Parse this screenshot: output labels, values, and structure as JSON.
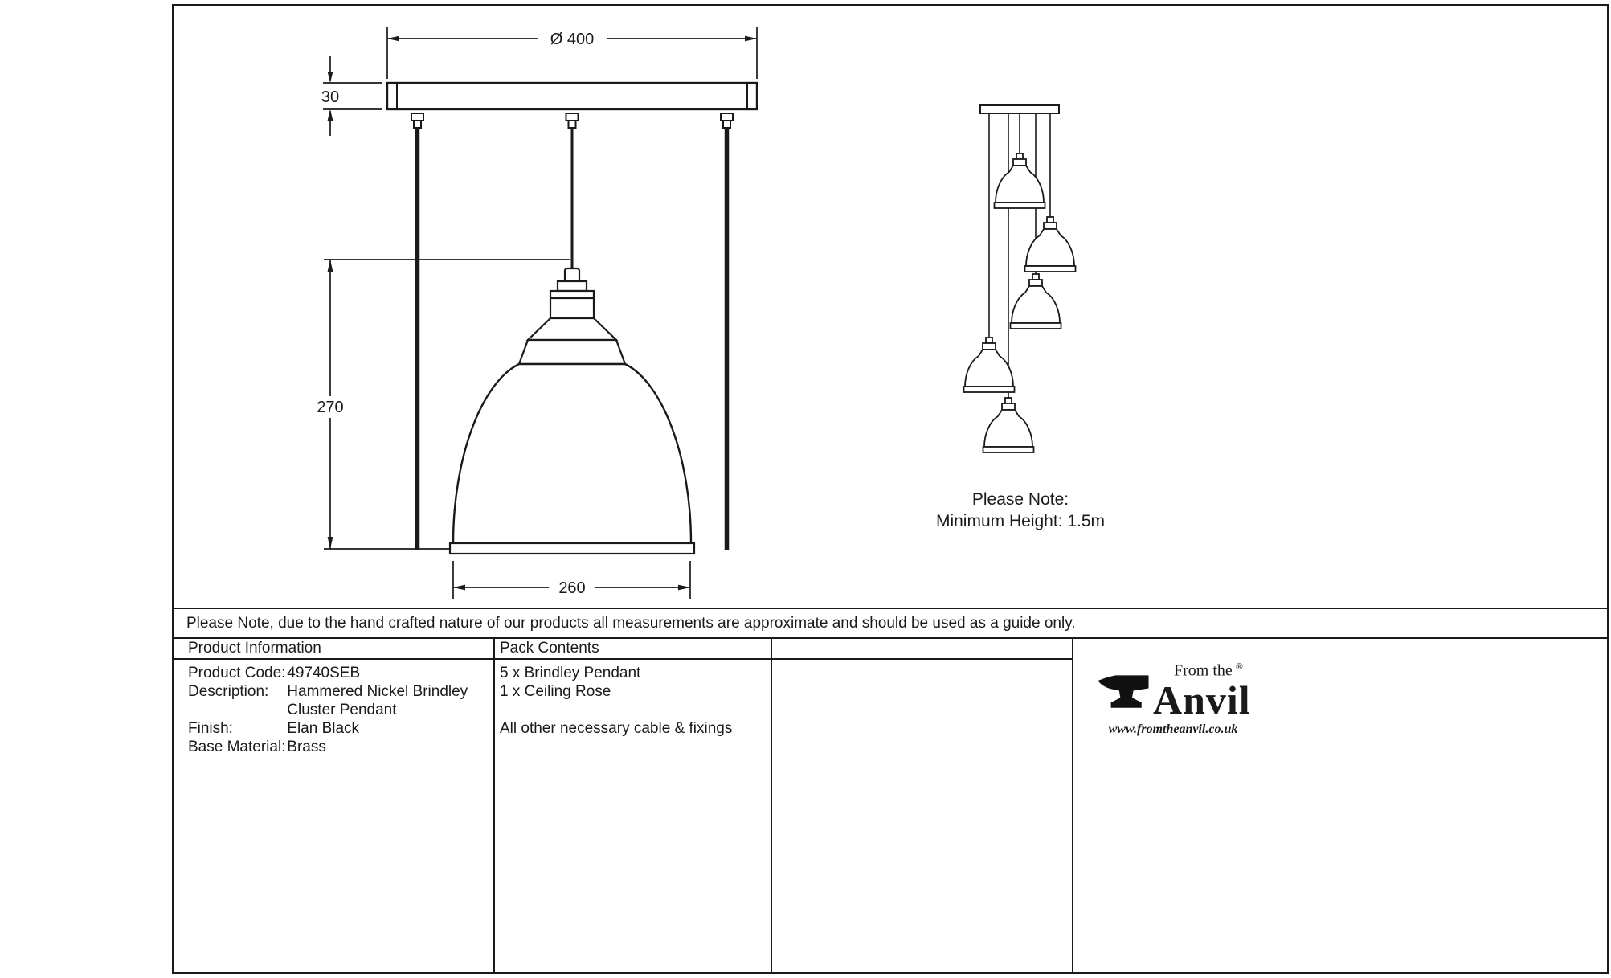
{
  "drawing": {
    "dims": {
      "plate_diameter": "Ø 400",
      "plate_thickness": "30",
      "pendant_drop": "270",
      "shade_diameter": "260"
    },
    "note": {
      "line1": "Please Note:",
      "line2": "Minimum Height: 1.5m"
    }
  },
  "disclaimer": "Please Note, due to the hand crafted nature of our products all measurements are approximate and should be used as a guide only.",
  "table": {
    "headers": {
      "product_information": "Product Information",
      "pack_contents": "Pack Contents"
    },
    "product_info": {
      "rows": [
        {
          "label": "Product Code:",
          "value": "49740SEB"
        },
        {
          "label": "Description:",
          "value": "Hammered Nickel Brindley"
        },
        {
          "label": "",
          "value": "Cluster Pendant"
        },
        {
          "label": "Finish:",
          "value": "Elan Black"
        },
        {
          "label": "Base Material:",
          "value": "Brass"
        }
      ]
    },
    "pack_contents": {
      "items": [
        "5 x Brindley Pendant",
        "1 x Ceiling Rose",
        "All other necessary cable & fixings"
      ]
    }
  },
  "logo": {
    "from_the": "From the",
    "registered": "®",
    "anvil_name": "Anvil",
    "website": "www.fromtheanvil.co.uk"
  },
  "colors": {
    "line": "#1a1a1a",
    "background": "#ffffff"
  }
}
